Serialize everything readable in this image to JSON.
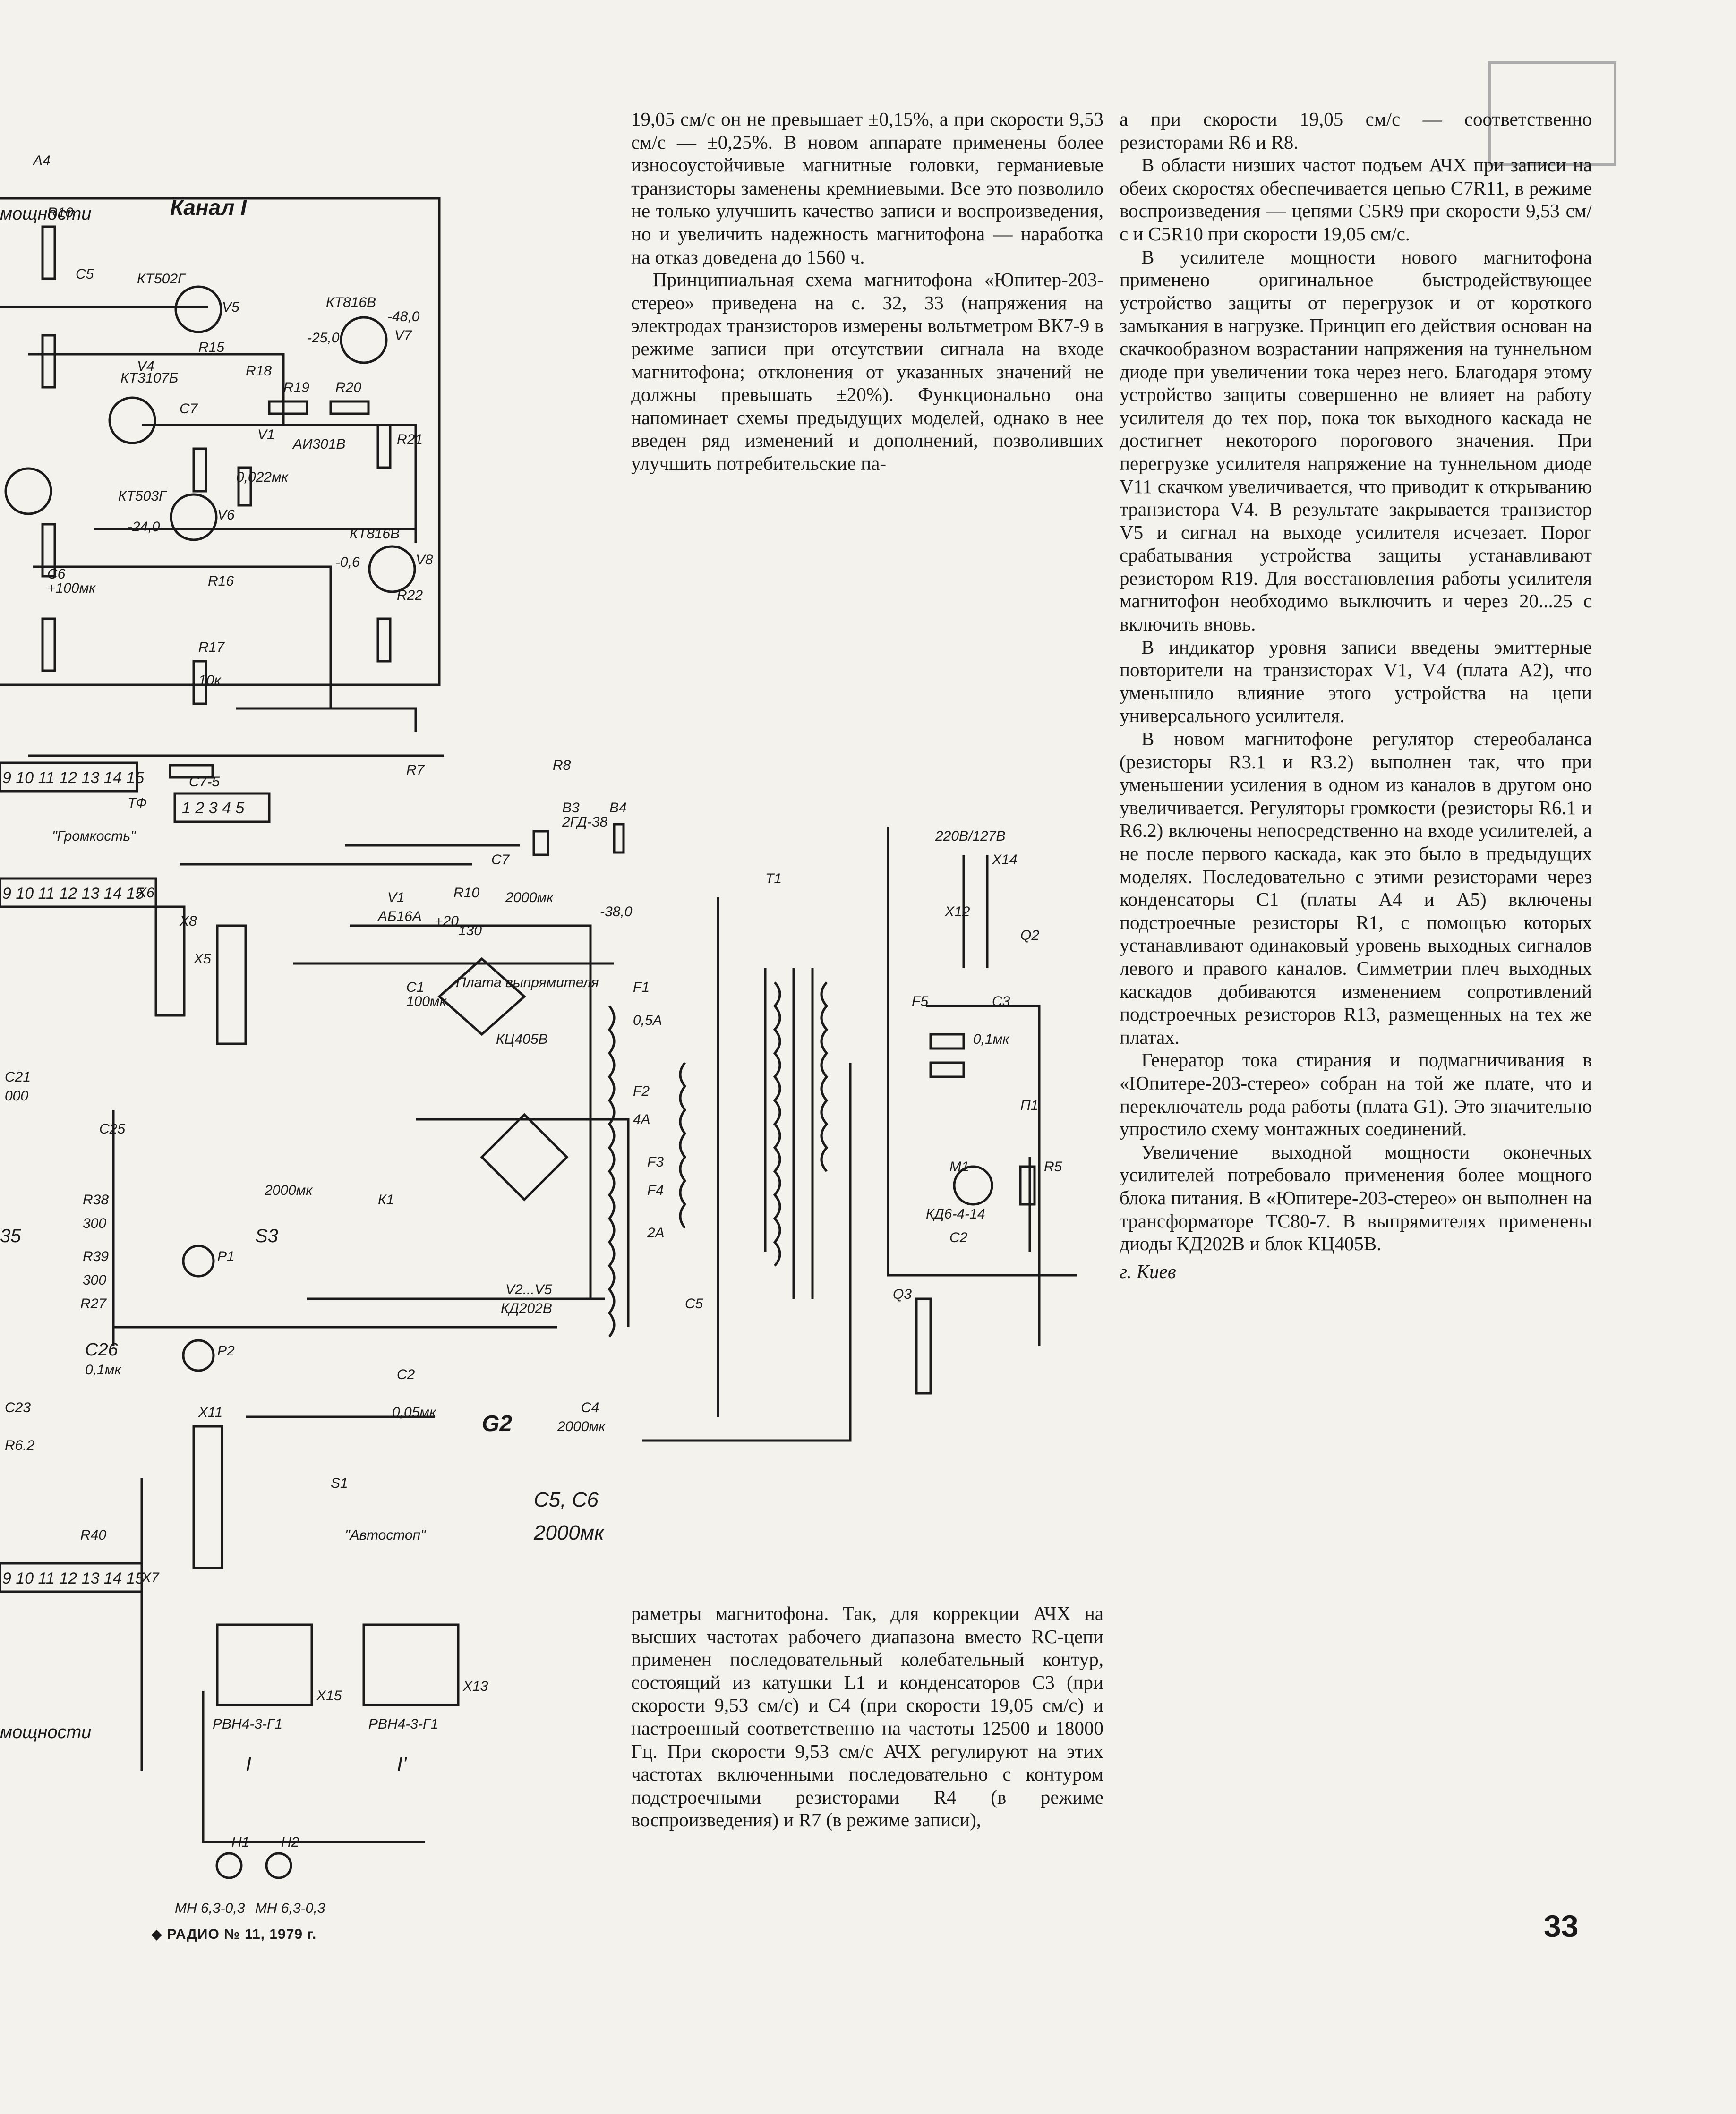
{
  "schematic": {
    "labels": {
      "a4": "A4",
      "power": "мощности",
      "channel": "Канал I",
      "kt502g": "КТ502Г",
      "v5": "V5",
      "kt816b": "КТ816В",
      "v7": "V7",
      "kt3107b": "КТ3107Б",
      "v4": "V4",
      "v1": "V1",
      "ai301b": "АИ301В",
      "kt503g": "КТ503Г",
      "v6": "V6",
      "v8": "V8",
      "r17": "R17",
      "r17v": "10к",
      "r10": "R10",
      "r15": "R15",
      "r18": "R18",
      "r19": "R19",
      "r20": "R20",
      "r21": "R21",
      "r16": "R16",
      "r22": "R22",
      "c5": "С5",
      "c7": "С7",
      "c6": "С6",
      "v_480": "-48,0",
      "v_250": "-25,0",
      "v_240": "-24,0",
      "v_06": "-0,6",
      "c7v": "0,022мк",
      "c6v": "+100мк",
      "tf": "ТФ",
      "c7_5": "С7-5",
      "gromkost": "\"Громкость\"",
      "x6": "Х6",
      "x8": "Х8",
      "x5": "Х5",
      "r7": "R7",
      "r8": "R8",
      "b3": "В3",
      "b4": "В4",
      "b3v": "2ГД-38",
      "b4v": "2ГД-38",
      "c7b": "С7",
      "v1b": "V1",
      "ad516a": "АБ16А",
      "r10b": "R10",
      "r10bv": "130",
      "c7bv": "2000мк",
      "v_380": "-38,0",
      "plata": "Плата выпрямителя",
      "c1": "С1",
      "c1v": "100мк",
      "kc405b": "КЦ405В",
      "f1": "F1",
      "f1v": "0,5А",
      "f2": "F2",
      "f2v": "4А",
      "f3": "F3",
      "f4": "F4",
      "f4v": "2А",
      "v2v5": "V2...V5",
      "kd202b": "КД202В",
      "c2": "С2",
      "c4": "С4",
      "c4v": "2000мк",
      "c5b": "С5",
      "g2": "G2",
      "c5c6": "С5, С6",
      "c5c6v": "2000мк",
      "t1": "Т1",
      "v220": "220В/127В",
      "x14": "Х14",
      "x12": "Х12",
      "q2": "Q2",
      "f5": "F5",
      "c3": "С3",
      "c3v": "0,1мк",
      "m1": "М1",
      "kd6": "КД6-4-14",
      "p1": "П1",
      "r5": "R5",
      "q3": "Q3",
      "s3": "S3",
      "s1": "S1",
      "k1": "К1",
      "p1b": "Р1",
      "p2b": "Р2",
      "c26": "С26",
      "c26v": "0,1мк",
      "c25": "С25",
      "c23": "С23",
      "r27": "R27",
      "r38": "R38",
      "r39": "R39",
      "v300a": "300",
      "v300b": "300",
      "v35": "35",
      "c21": "С21",
      "v000": "000",
      "avtostop": "\"Автостоп\"",
      "x7": "Х7",
      "x11": "Х11",
      "x15": "Х15",
      "x13": "Х13",
      "rvn1": "РВН4-3-Г1",
      "rvn2": "РВН4-3-Г1",
      "roman1": "I",
      "roman2": "I'",
      "h1": "Н1",
      "h2": "Н2",
      "mn1": "МН 6,3-0,3",
      "mn2": "МН 6,3-0,3",
      "power2": "мощности",
      "r62": "R6.2",
      "r40": "R40",
      "c2v": "0,05мк",
      "v1cap": "2000мк",
      "num_row1": "9 10 11 12 13 14 15",
      "num_row2": "9 10 11 12 13 14 15",
      "num_row3": "9 10 11 12 13 14 15",
      "num_345": "1 2 3 4 5",
      "v20": "+20"
    }
  },
  "article": {
    "mid_top": [
      "19,05 см/с он не превышает ±0,15%, а при скорости 9,53 см/с — ±0,25%. В новом аппарате применены более износоустойчивые магнитные головки, германиевые транзисторы заменены кремниевыми. Все это позволило не только улучшить качество записи и воспроизведения, но и увеличить надежность магнитофона — наработка на отказ доведена до 1560 ч.",
      "Принципиальная схема магнитофона «Юпитер-203-стерео» приведена на с. 32, 33 (напряжения на электродах транзисторов измерены вольтметром ВК7-9 в режиме записи при отсутствии сигнала на входе магнитофона; отклонения от указанных значений не должны превышать ±20%). Функционально она напоминает схемы предыдущих моделей, однако в нее введен ряд изменений и дополнений, позволивших улучшить потребительские па-"
    ],
    "mid_bottom": [
      "раметры магнитофона. Так, для коррекции АЧХ на высших частотах рабочего диапазона вместо RC-цепи применен последовательный колебательный контур, состоящий из катушки L1 и конденсаторов С3 (при скорости 9,53 см/с) и С4 (при скорости 19,05 см/с) и настроенный соответственно на частоты 12500 и 18000 Гц. При скорости 9,53 см/с АЧХ регулируют на этих частотах включенными последовательно с контуром подстроечными резисторами R4 (в режиме воспроизведения) и R7 (в режиме записи),"
    ],
    "right": [
      "а при скорости 19,05 см/с — соответственно резисторами R6 и R8.",
      "В области низших частот подъем АЧХ при записи на обеих скоростях обеспечивается цепью C7R11, в режиме воспроизведения — цепями C5R9 при скорости 9,53 см/с и C5R10 при скорости 19,05 см/с.",
      "В усилителе мощности нового магнитофона применено оригинальное быстродействующее устройство защиты от перегрузок и от короткого замыкания в нагрузке. Принцип его действия основан на скачкообразном возрастании напряжения на туннельном диоде при увеличении тока через него. Благодаря этому устройство защиты совершенно не влияет на работу усилителя до тех пор, пока ток выходного каскада не достигнет некоторого порогового значения. При перегрузке усилителя напряжение на туннельном диоде V11 скачком увеличивается, что приводит к открыванию транзистора V4. В результате закрывается транзистор V5 и сигнал на выходе усилителя исчезает. Порог срабатывания устройства защиты устанавливают резистором R19. Для восстановления работы усилителя магнитофон необходимо выключить и через 20...25 с включить вновь.",
      "В индикатор уровня записи введены эмиттерные повторители на транзисторах V1, V4 (плата A2), что уменьшило влияние этого устройства на цепи универсального усилителя.",
      "В новом магнитофоне регулятор стереобаланса (резисторы R3.1 и R3.2) выполнен так, что при уменьшении усиления в одном из каналов в другом оно увеличивается. Регуляторы громкости (резисторы R6.1 и R6.2) включены непосредственно на входе усилителей, а не после первого каскада, как это было в предыдущих моделях. Последовательно с этими резисторами через конденсаторы С1 (платы А4 и А5) включены подстроечные резисторы R1, с помощью которых устанавливают одинаковый уровень выходных сигналов левого и правого каналов. Симметрии плеч выходных каскадов добиваются изменением сопротивлений подстроечных резисторов R13, размещенных на тех же платах.",
      "Генератор тока стирания и подмагничивания в «Юпитере-203-стерео» собран на той же плате, что и переключатель рода работы (плата G1). Это значительно упростило схему монтажных соединений.",
      "Увеличение выходной мощности оконечных усилителей потребовало применения более мощного блока питания. В «Юпитере-203-стерео» он выполнен на трансформаторе ТС80-7. В выпрямителях применены диоды КД202В и блок КЦ405В."
    ],
    "city": "г. Киев"
  },
  "footer": {
    "journal": "◆ РАДИО № 11, 1979 г.",
    "page": "33"
  }
}
